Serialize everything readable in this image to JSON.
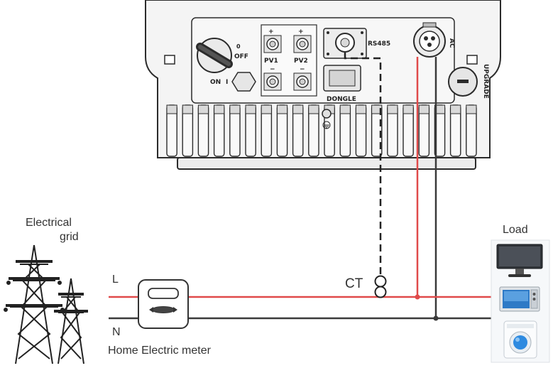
{
  "inverter": {
    "port_labels": {
      "rs485": "RS485",
      "ac": "AC",
      "upgrade": "UPGRADE",
      "pv1": "PV1",
      "pv2": "PV2",
      "dongle": "DONGLE",
      "switch_off": "OFF",
      "switch_on": "ON",
      "switch_off_mark": "0",
      "switch_on_mark": "I",
      "plus": "+",
      "minus": "−"
    }
  },
  "grid": {
    "title_line1": "Electrical",
    "title_line2": "grid",
    "line_label": "L",
    "neutral_label": "N"
  },
  "meter": {
    "label": "Home Electric meter"
  },
  "ct": {
    "label": "CT"
  },
  "load": {
    "label": "Load"
  },
  "colors": {
    "live_wire": "#e04a4a",
    "neutral_wire": "#3a3a3a",
    "comm_wire": "#222222",
    "inverter_body": "#f4f4f4",
    "outline": "#2b2b2b"
  }
}
